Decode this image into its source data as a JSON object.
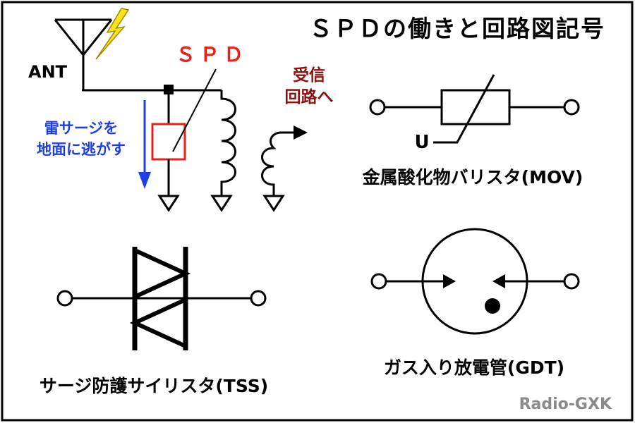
{
  "title": "ＳＰＤの働きと回路図記号",
  "labels": {
    "ant": "ANT",
    "spd": "ＳＰＤ",
    "to_receiver_line1": "受信",
    "to_receiver_line2": "回路へ",
    "surge_line1": "雷サージを",
    "surge_line2": "地面に逃がす",
    "u": "U"
  },
  "symbols": {
    "mov_caption": "金属酸化物バリスタ(MOV)",
    "tss_caption": "サージ防護サイリスタ(TSS)",
    "gdt_caption": "ガス入り放電管(GDT)"
  },
  "credit": "Radio-GXK",
  "colors": {
    "spd_red": "#e8201c",
    "receiver_dark_red": "#8b1010",
    "surge_blue": "#1f3fe0",
    "lightning_yellow": "#f6e41a",
    "credit_gray": "#8a8a8a"
  }
}
